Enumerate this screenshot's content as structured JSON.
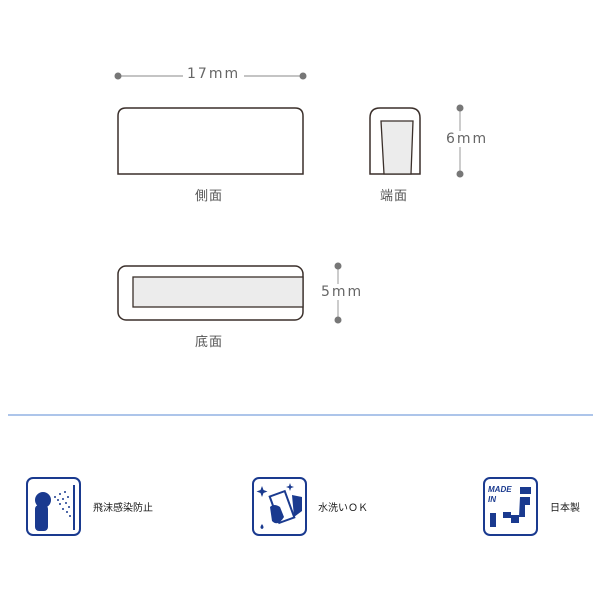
{
  "dimensions": {
    "length": "17mm",
    "height": "6mm",
    "width": "5mm"
  },
  "views": {
    "side": "側面",
    "end": "端面",
    "bottom": "底面"
  },
  "features": [
    {
      "icon": "droplet-prevention-icon",
      "label": "飛沫感染防止"
    },
    {
      "icon": "washable-icon",
      "label": "水洗いＯＫ"
    },
    {
      "icon": "made-in-japan-icon",
      "label": "日本製",
      "badge": "MADE IN"
    }
  ],
  "colors": {
    "outline": "#3a2f2a",
    "fill": "#ececec",
    "dim": "#777777",
    "divider": "#5b8bd6",
    "brand": "#1a3a8f"
  }
}
